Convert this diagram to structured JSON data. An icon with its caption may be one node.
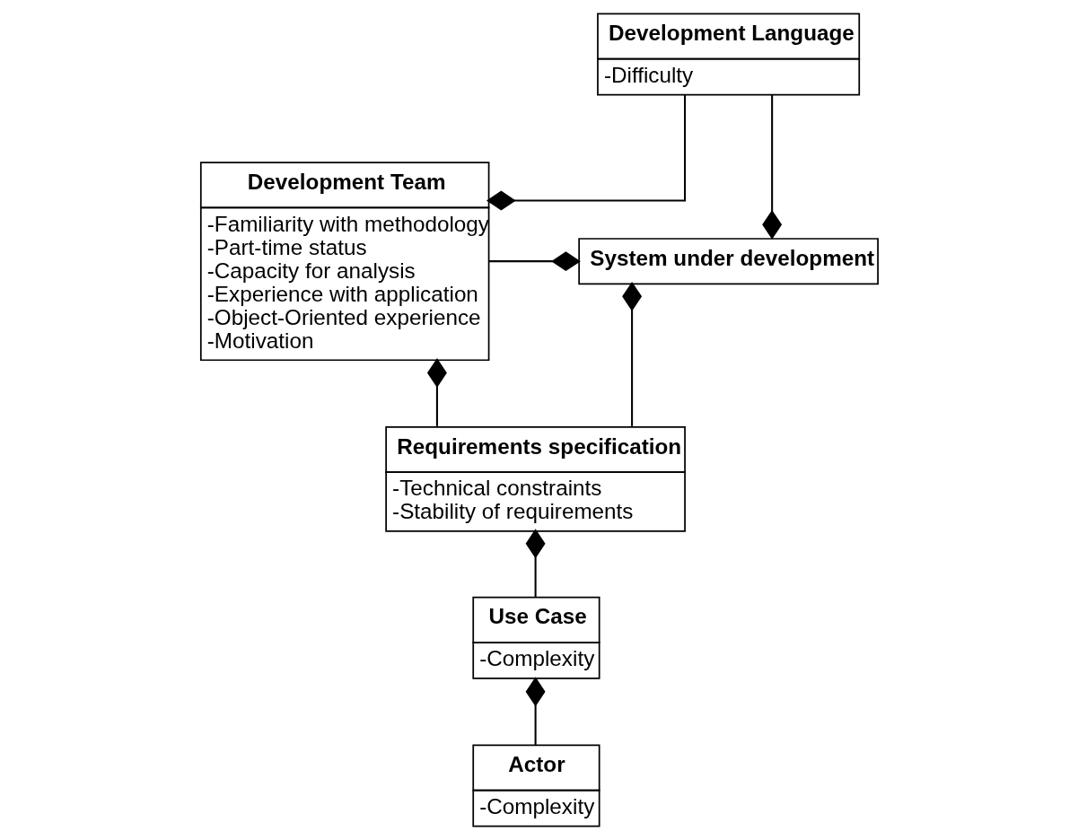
{
  "diagram": {
    "nodes": [
      {
        "text": [
          "Development Team",
          "-Familiarity with methodology",
          "-Part-time status",
          "-Capacity for analysis",
          "-Experience with application",
          "-Object-Oriented experience",
          "-Motivation"
        ]
      },
      {
        "text": [
          "Development Language",
          "-Difficulty"
        ]
      },
      {
        "text": [
          "System under development"
        ]
      },
      {
        "text": [
          "Requirements specification",
          "-Technical constraints",
          "-Stability of requirements"
        ]
      },
      {
        "text": [
          "Use Case",
          "-Complexity"
        ]
      },
      {
        "text": [
          "Actor",
          "-Complexity"
        ]
      }
    ],
    "edges": [
      {
        "from": 1,
        "to": 0,
        "arrow": "other"
      },
      {
        "from": 1,
        "to": 2,
        "arrow": "other"
      },
      {
        "from": 0,
        "to": 2,
        "arrow": "other"
      },
      {
        "from": 3,
        "to": 2,
        "arrow": "other"
      },
      {
        "from": 3,
        "to": 0,
        "arrow": "other"
      },
      {
        "from": 4,
        "to": 3,
        "arrow": "other"
      },
      {
        "from": 5,
        "to": 4,
        "arrow": "other"
      }
    ]
  }
}
